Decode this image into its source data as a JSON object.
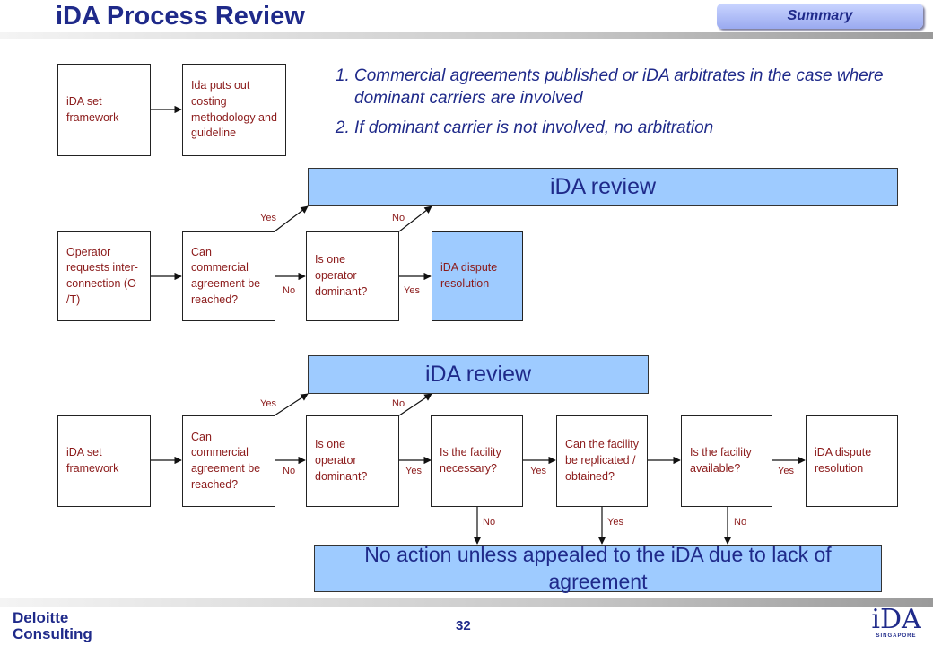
{
  "header": {
    "title": "iDA Process Review",
    "tab_label": "Summary"
  },
  "points": [
    "Commercial agreements published or iDA arbitrates in the case where dominant carriers are involved",
    "If dominant carrier is not involved, no arbitration"
  ],
  "flow1": {
    "box1": "iDA set framework",
    "box2": "Ida puts out costing methodology and guideline"
  },
  "flow2": {
    "review": "iDA review",
    "box1": "Operator requests inter-connection (O /T)",
    "box2": "Can commercial agreement be reached?",
    "box3": "Is one operator dominant?",
    "box4": "iDA dispute resolution",
    "labels": {
      "yes_up": "Yes",
      "no_up": "No",
      "no_right": "No",
      "yes_right": "Yes"
    }
  },
  "flow3": {
    "review": "iDA review",
    "box1": "iDA set framework",
    "box2": "Can commercial agreement be reached?",
    "box3": "Is one operator dominant?",
    "box4": "Is the facility necessary?",
    "box5": "Can the facility be replicated / obtained?",
    "box6": "Is the facility available?",
    "box7": "iDA dispute resolution",
    "labels": {
      "yes_up": "Yes",
      "no_up": "No",
      "no_right": "No",
      "yes_b3": "Yes",
      "yes_b4": "Yes",
      "yes_b6": "Yes",
      "no_down_b4": "No",
      "yes_down_b5": "Yes",
      "no_down_b6": "No"
    },
    "no_action": "No action unless appealed to the iDA due to lack of agreement"
  },
  "footer": {
    "company_line1": "Deloitte",
    "company_line2": "Consulting",
    "page_number": "32",
    "logo_mark": "iDA",
    "logo_sub": "SINGAPORE"
  },
  "colors": {
    "title": "#1f2a8a",
    "box_text": "#8b1a1a",
    "highlight_fill": "#9ecbff"
  }
}
